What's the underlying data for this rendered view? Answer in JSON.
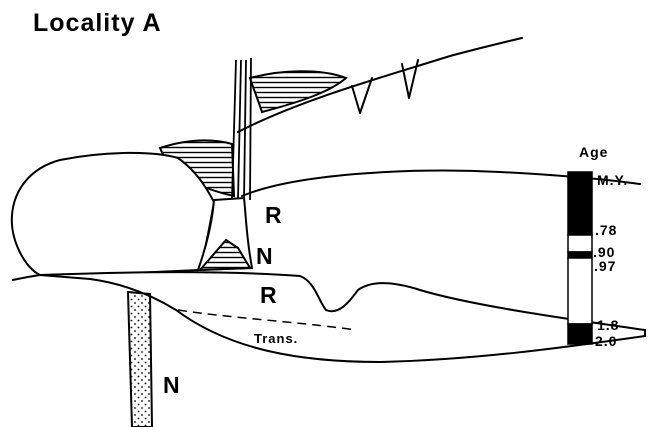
{
  "title": "Locality A",
  "labels": {
    "upper_r": "R",
    "middle_n": "N",
    "lower_r": "R",
    "bottom_n": "N",
    "transition": "Trans."
  },
  "age_scale": {
    "heading": "Age",
    "unit": "M.Y.",
    "ticks": [
      ".78",
      ".90",
      ".97",
      "1.8",
      "2.0"
    ],
    "bands": [
      {
        "from": 0.0,
        "to": 0.78,
        "polarity": "normal",
        "color": "#000000"
      },
      {
        "from": 0.78,
        "to": 0.9,
        "polarity": "reversed",
        "color": "#ffffff"
      },
      {
        "from": 0.9,
        "to": 0.97,
        "polarity": "normal",
        "color": "#000000"
      },
      {
        "from": 0.97,
        "to": 1.8,
        "polarity": "reversed",
        "color": "#ffffff"
      },
      {
        "from": 1.8,
        "to": 2.0,
        "polarity": "normal",
        "color": "#000000"
      }
    ]
  }
}
